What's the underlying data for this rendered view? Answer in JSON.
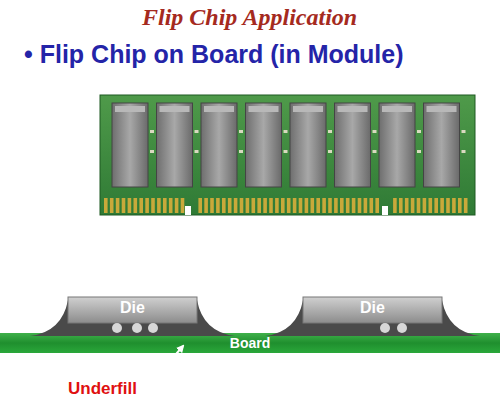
{
  "diagram": {
    "title": "Flip Chip Application",
    "nodes": [
      {
        "text": [
          "Die"
        ]
      },
      {
        "text": [
          "Die"
        ]
      },
      {
        "text": [
          "Board"
        ]
      }
    ],
    "labels": [
      "• Flip Chip on Board (in Module)",
      "Underfill"
    ]
  }
}
